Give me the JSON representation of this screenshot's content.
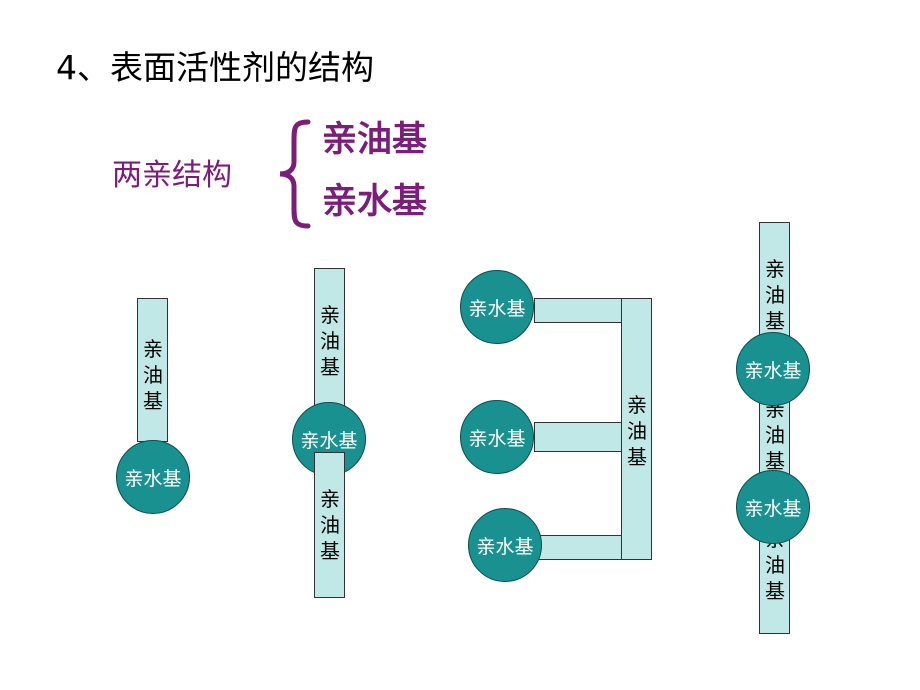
{
  "title": "4、表面活性剂的结构",
  "structure": {
    "label": "两亲结构",
    "option_lipophilic": "亲油基",
    "option_hydrophilic": "亲水基"
  },
  "labels": {
    "lipophilic": "亲油基",
    "hydrophilic": "亲水基"
  },
  "colors": {
    "rod_fill": "#bfe8e6",
    "head_fill": "#1a9191",
    "accent_purple": "#7a1e7a"
  }
}
